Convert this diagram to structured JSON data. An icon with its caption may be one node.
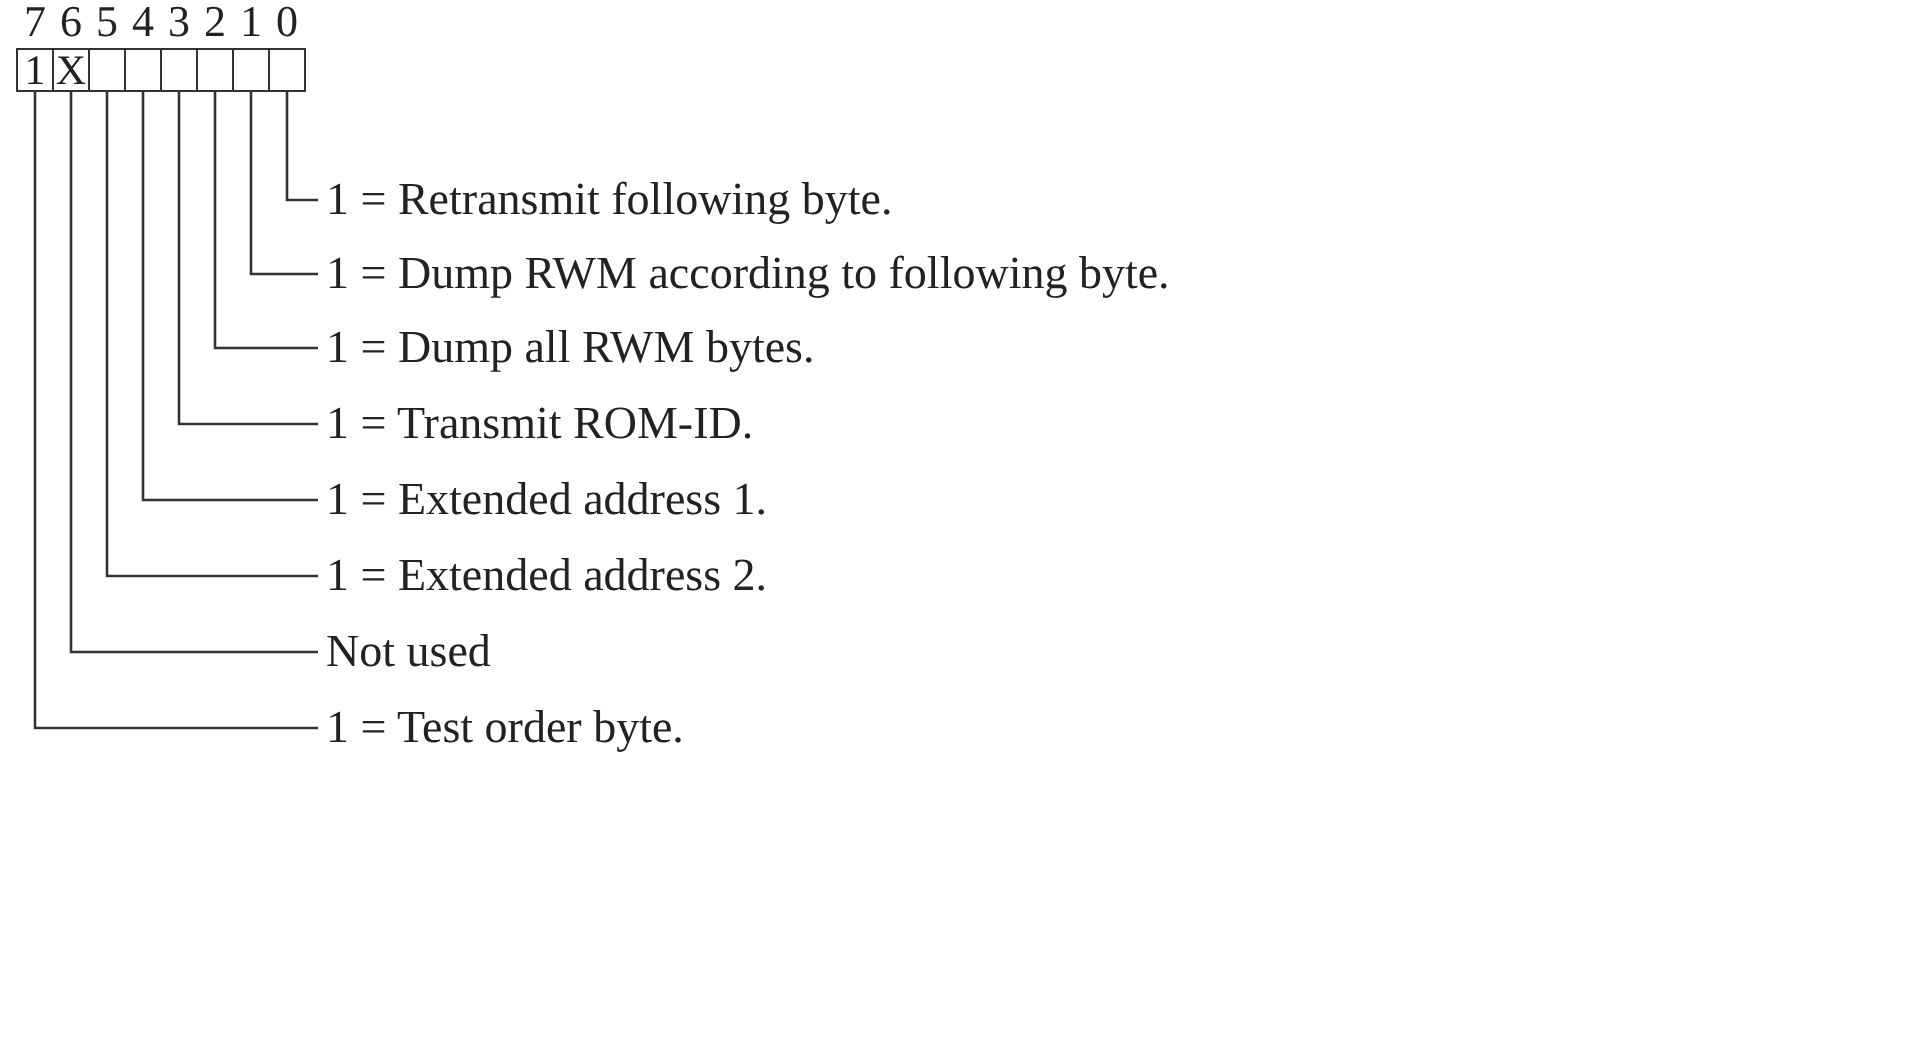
{
  "diagram": {
    "nodes": [
      {
        "text": [
          "1"
        ]
      },
      {
        "text": [
          "X"
        ]
      },
      {
        "text": [],
        "shape": "box"
      },
      {
        "text": [],
        "shape": "box"
      },
      {
        "text": [],
        "shape": "box"
      },
      {
        "text": [],
        "shape": "box"
      },
      {
        "text": [],
        "shape": "box"
      },
      {
        "text": [],
        "shape": "box"
      },
      {
        "text": [
          "1 = Retransmit following byte."
        ]
      },
      {
        "text": [
          "1 = Dump RWM according to following byte."
        ]
      },
      {
        "text": [
          "1 = Dump all RWM bytes."
        ]
      },
      {
        "text": [
          "1 = Transmit ROM-ID."
        ]
      },
      {
        "text": [
          "1 = Extended address 1."
        ]
      },
      {
        "text": [
          "1 = Extended address 2."
        ]
      },
      {
        "text": [
          "Not used"
        ]
      },
      {
        "text": [
          "1 = Test order byte."
        ]
      }
    ],
    "edges": [
      {
        "from": 7,
        "to": 8,
        "arrow": "none"
      },
      {
        "from": 6,
        "to": 9,
        "arrow": "none"
      },
      {
        "from": 5,
        "to": 10,
        "arrow": "none"
      },
      {
        "from": 4,
        "to": 11,
        "arrow": "none"
      },
      {
        "from": 3,
        "to": 12,
        "arrow": "none"
      },
      {
        "from": 2,
        "to": 13,
        "arrow": "none"
      },
      {
        "from": 1,
        "to": 14,
        "arrow": "none"
      },
      {
        "from": 0,
        "to": 15,
        "arrow": "none"
      }
    ],
    "labels": [
      "7",
      "6",
      "5",
      "4",
      "3",
      "2",
      "1",
      "0"
    ]
  }
}
